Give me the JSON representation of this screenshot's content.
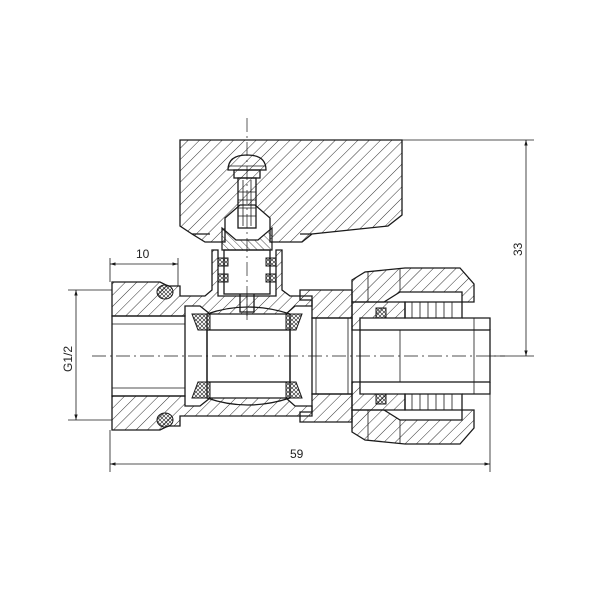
{
  "dimensions": {
    "width_label": "10",
    "thread_label": "G1/2",
    "height_label": "33",
    "length_label": "59"
  }
}
